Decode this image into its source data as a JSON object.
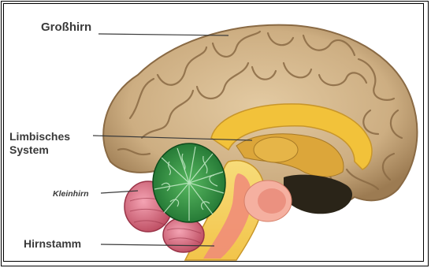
{
  "labels": {
    "grosshirn": "Großhirn",
    "limbisches_line1": "Limbisches",
    "limbisches_line2": "System",
    "kleinhirn": "Kleinhirn",
    "hirnstamm": "Hirnstamm"
  },
  "colors": {
    "cortex": "#d6b98f",
    "cortex_shadow": "#9c7b52",
    "limbic": "#f2c23a",
    "cerebellum": "#1f8a3a",
    "brainstem_outer": "#f5d36a",
    "brainstem_inner": "#f08a7a",
    "pons_pink": "#d8667a",
    "dark_interior": "#2a2418"
  }
}
